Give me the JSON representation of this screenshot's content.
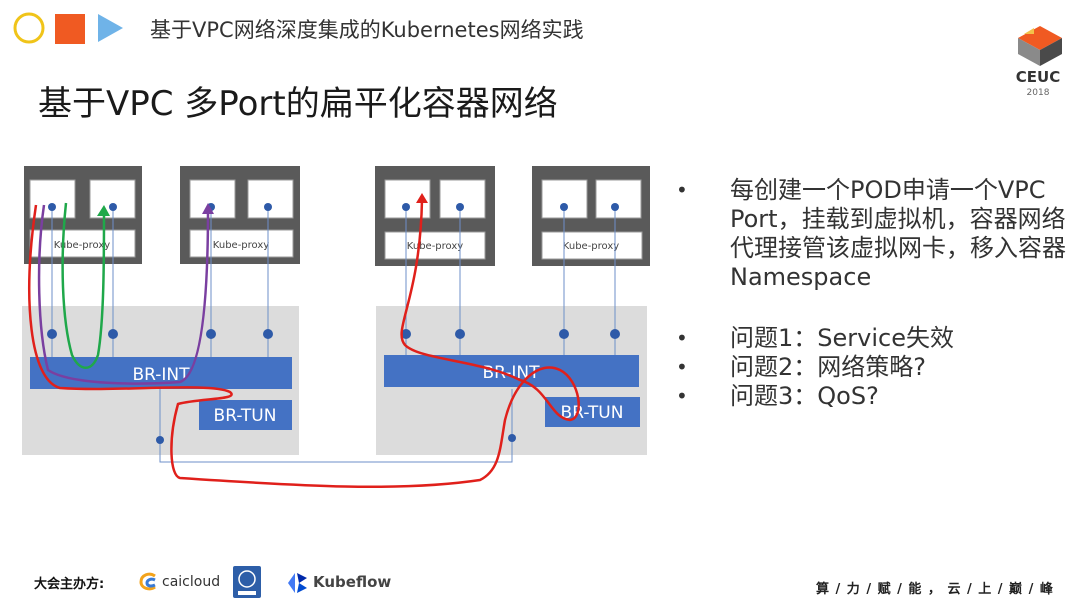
{
  "header": {
    "title": "基于VPC网络深度集成的Kubernetes网络实践"
  },
  "slide": {
    "title": "基于VPC 多Port的扁平化容器网络"
  },
  "logo": {
    "name": "CEUC",
    "year": "2018"
  },
  "diagram": {
    "left_host": {
      "bridge_int": "BR-INT",
      "bridge_tun": "BR-TUN",
      "vms": [
        {
          "proxy_label": "Kube-proxy"
        },
        {
          "proxy_label": "Kube-proxy"
        }
      ]
    },
    "right_host": {
      "bridge_int": "BR-INT",
      "bridge_tun": "BR-TUN",
      "vms": [
        {
          "proxy_label": "Kube-proxy"
        },
        {
          "proxy_label": "Kube-proxy"
        }
      ]
    },
    "colors": {
      "host_bg": "#dcdcdc",
      "vm_box": "#5a5a5a",
      "bridge": "#4472c4",
      "port_dot": "#2e5aa8",
      "line": "#6d8fc9",
      "red_path": "#e0201b",
      "green_path": "#1fa84a",
      "purple_path": "#7a3fa0"
    }
  },
  "bullets": {
    "main": "每创建一个POD申请一个VPC Port，挂载到虚拟机，容器网络代理接管该虚拟网卡，移入容器Namespace",
    "issues": [
      "问题1：Service失效",
      "问题2：网络策略?",
      "问题3：QoS?"
    ]
  },
  "footer": {
    "sponsor_label": "大会主办方:",
    "sponsors": [
      "caicloud",
      "Kubeflow"
    ],
    "slogan": "算 / 力 / 赋 / 能 ， 云 / 上 / 巅 / 峰"
  }
}
